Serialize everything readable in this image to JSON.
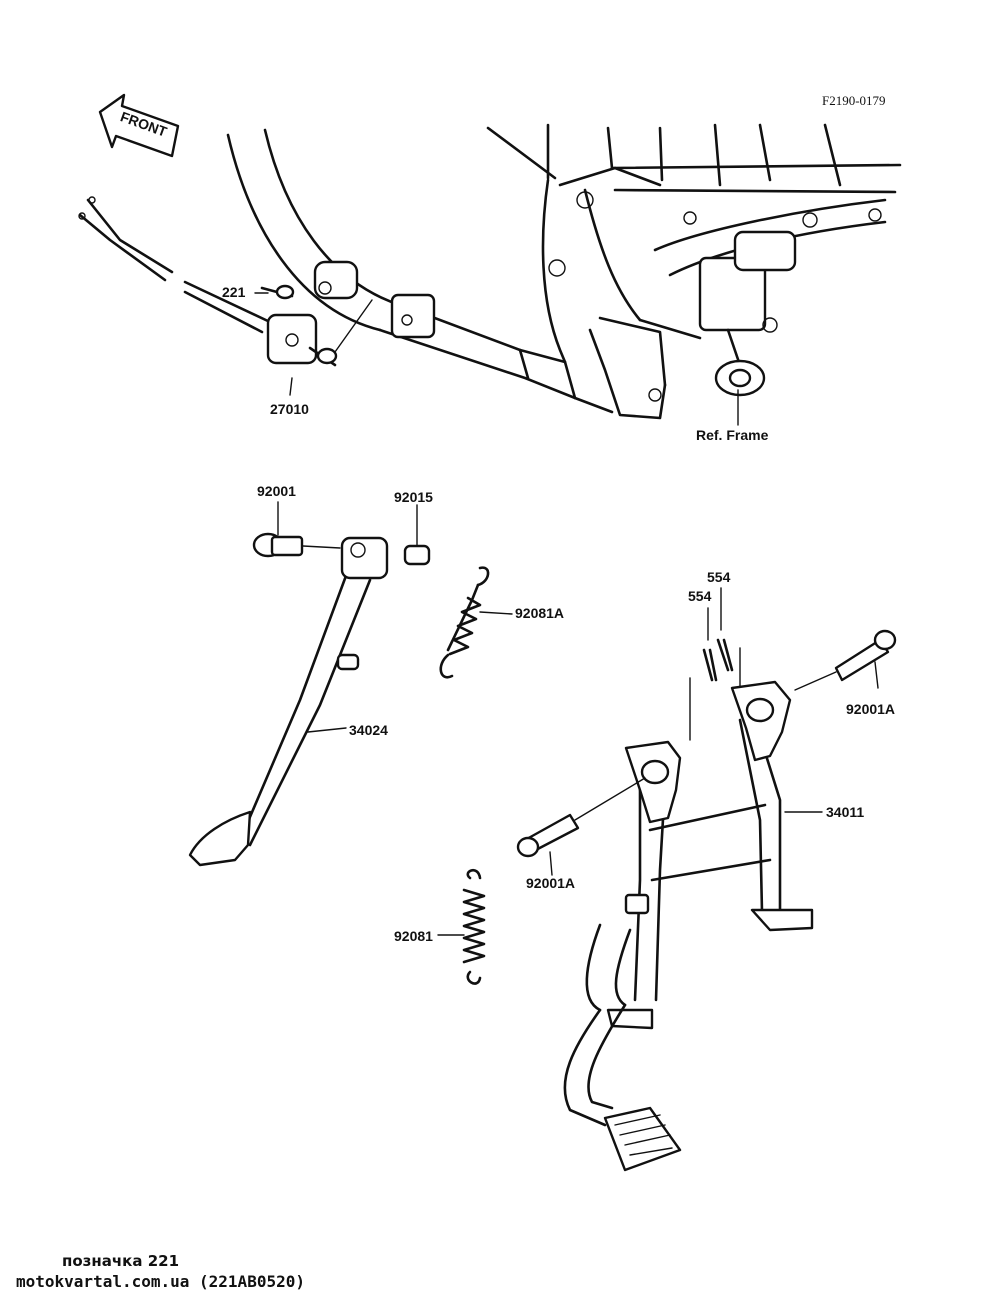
{
  "diagram_code": "F2190-0179",
  "front_arrow_text": "FRONT",
  "labels": {
    "p221": "221",
    "p27010": "27010",
    "ref_frame": "Ref. Frame",
    "p92001": "92001",
    "p92015": "92015",
    "p92081A": "92081A",
    "p554_a": "554",
    "p554_b": "554",
    "p34024": "34024",
    "p92001A_right": "92001A",
    "p34011": "34011",
    "p92001A_left": "92001A",
    "p92081": "92081"
  },
  "footer": {
    "line1": "позначка 221",
    "line2": "motokvartal.com.ua (221AB0520)"
  }
}
